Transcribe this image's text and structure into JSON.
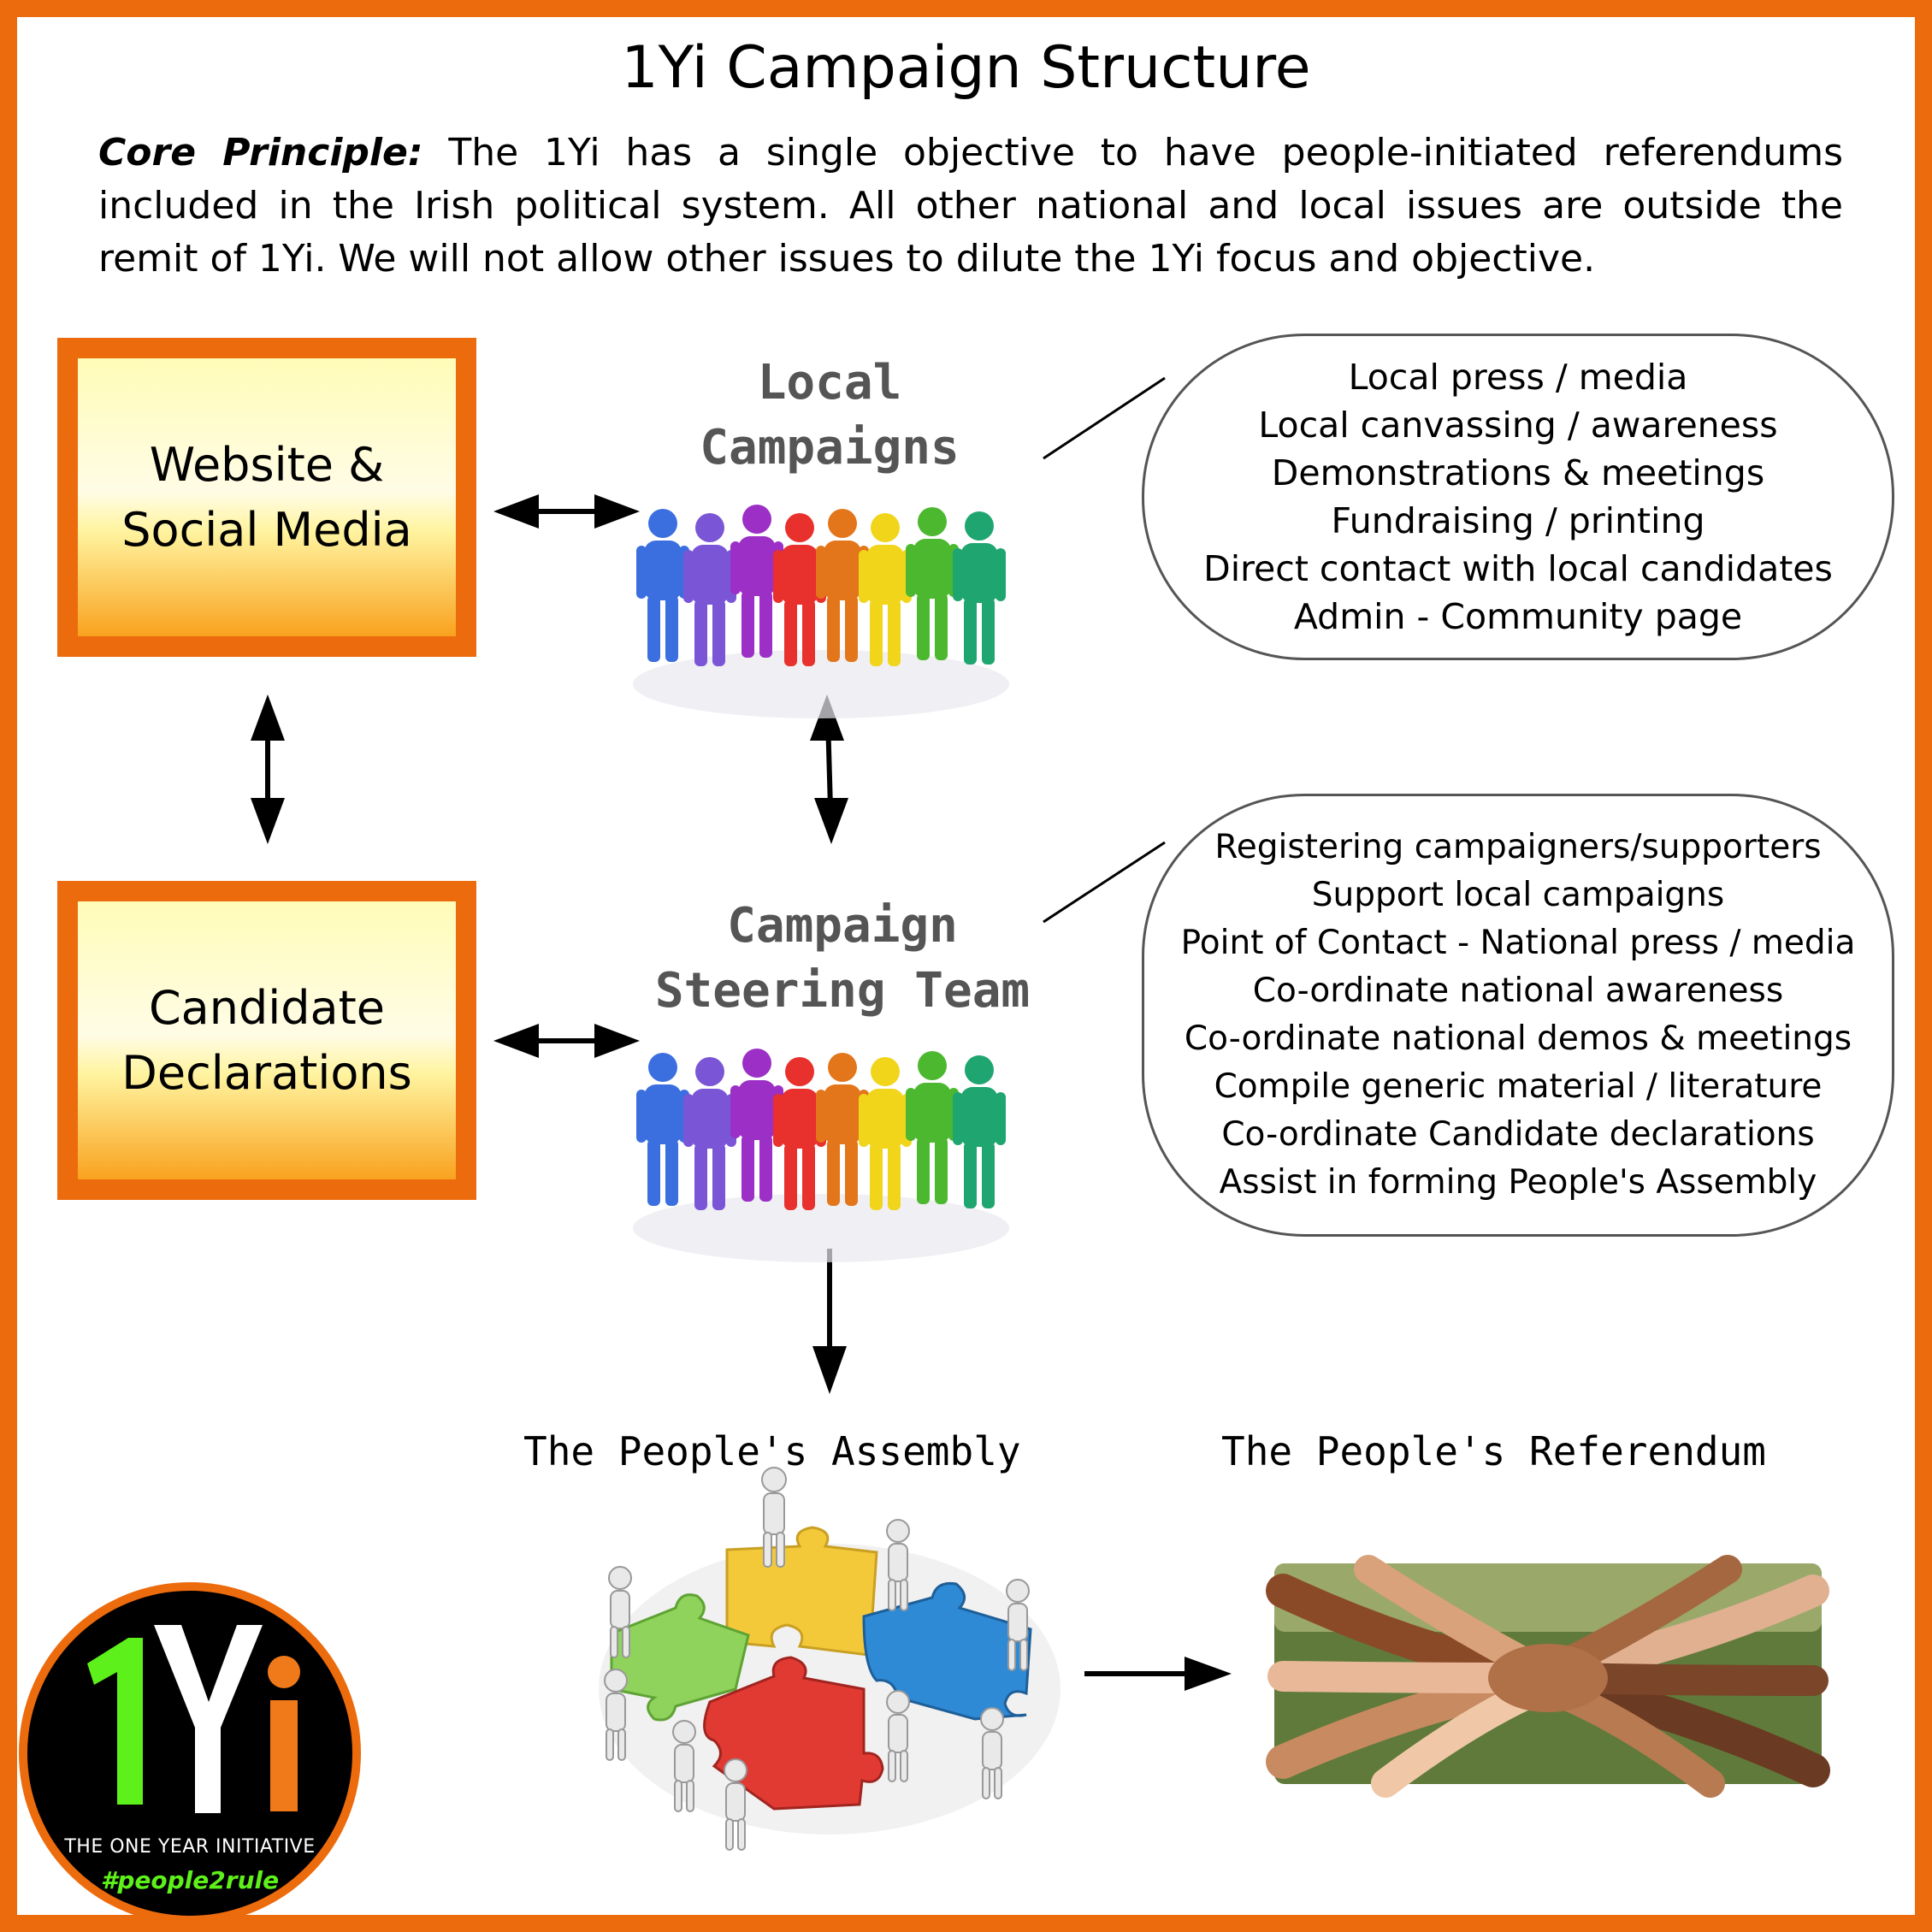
{
  "title": "1Yi Campaign Structure",
  "principle": {
    "label": "Core Principle:",
    "text": " The 1Yi has a single objective to have people-initiated referendums included in the Irish political system. All other national and local issues are outside the remit of 1Yi. We will not allow other issues to dilute the 1Yi focus and objective."
  },
  "boxes": {
    "website": [
      "Website &",
      "Social Media"
    ],
    "candidate": [
      "Candidate",
      "Declarations"
    ]
  },
  "local_campaigns": {
    "title": [
      "Local",
      "Campaigns"
    ],
    "items": [
      "Local press / media",
      "Local canvassing / awareness",
      "Demonstrations & meetings",
      "Fundraising / printing",
      "Direct contact with local candidates",
      "Admin  - Community page"
    ]
  },
  "steering_team": {
    "title": [
      "Campaign",
      "Steering Team"
    ],
    "items": [
      "Registering campaigners/supporters",
      "Support local campaigns",
      "Point of Contact - National press / media",
      "Co-ordinate national awareness",
      "Co-ordinate national demos & meetings",
      "Compile generic material / literature",
      "Co-ordinate Candidate declarations",
      "Assist in forming People's Assembly"
    ]
  },
  "assembly_title": "The People's Assembly",
  "referendum_title": "The People's Referendum",
  "logo": {
    "mark": "1Yi",
    "subtitle": "THE ONE YEAR INITIATIVE",
    "tag": "#people2rule"
  },
  "colors": {
    "frame": "#ec6b0d",
    "people": [
      "#3b6fe0",
      "#7a55d6",
      "#9b2fc6",
      "#e8302c",
      "#e3761b",
      "#f0d51b",
      "#4cb82f",
      "#1fa56f"
    ],
    "puzzle": [
      "#f3c93a",
      "#8fd35c",
      "#2f8ad6",
      "#e03a33"
    ],
    "logo_one": "#5ef01a",
    "logo_i": "#f07a1a"
  }
}
